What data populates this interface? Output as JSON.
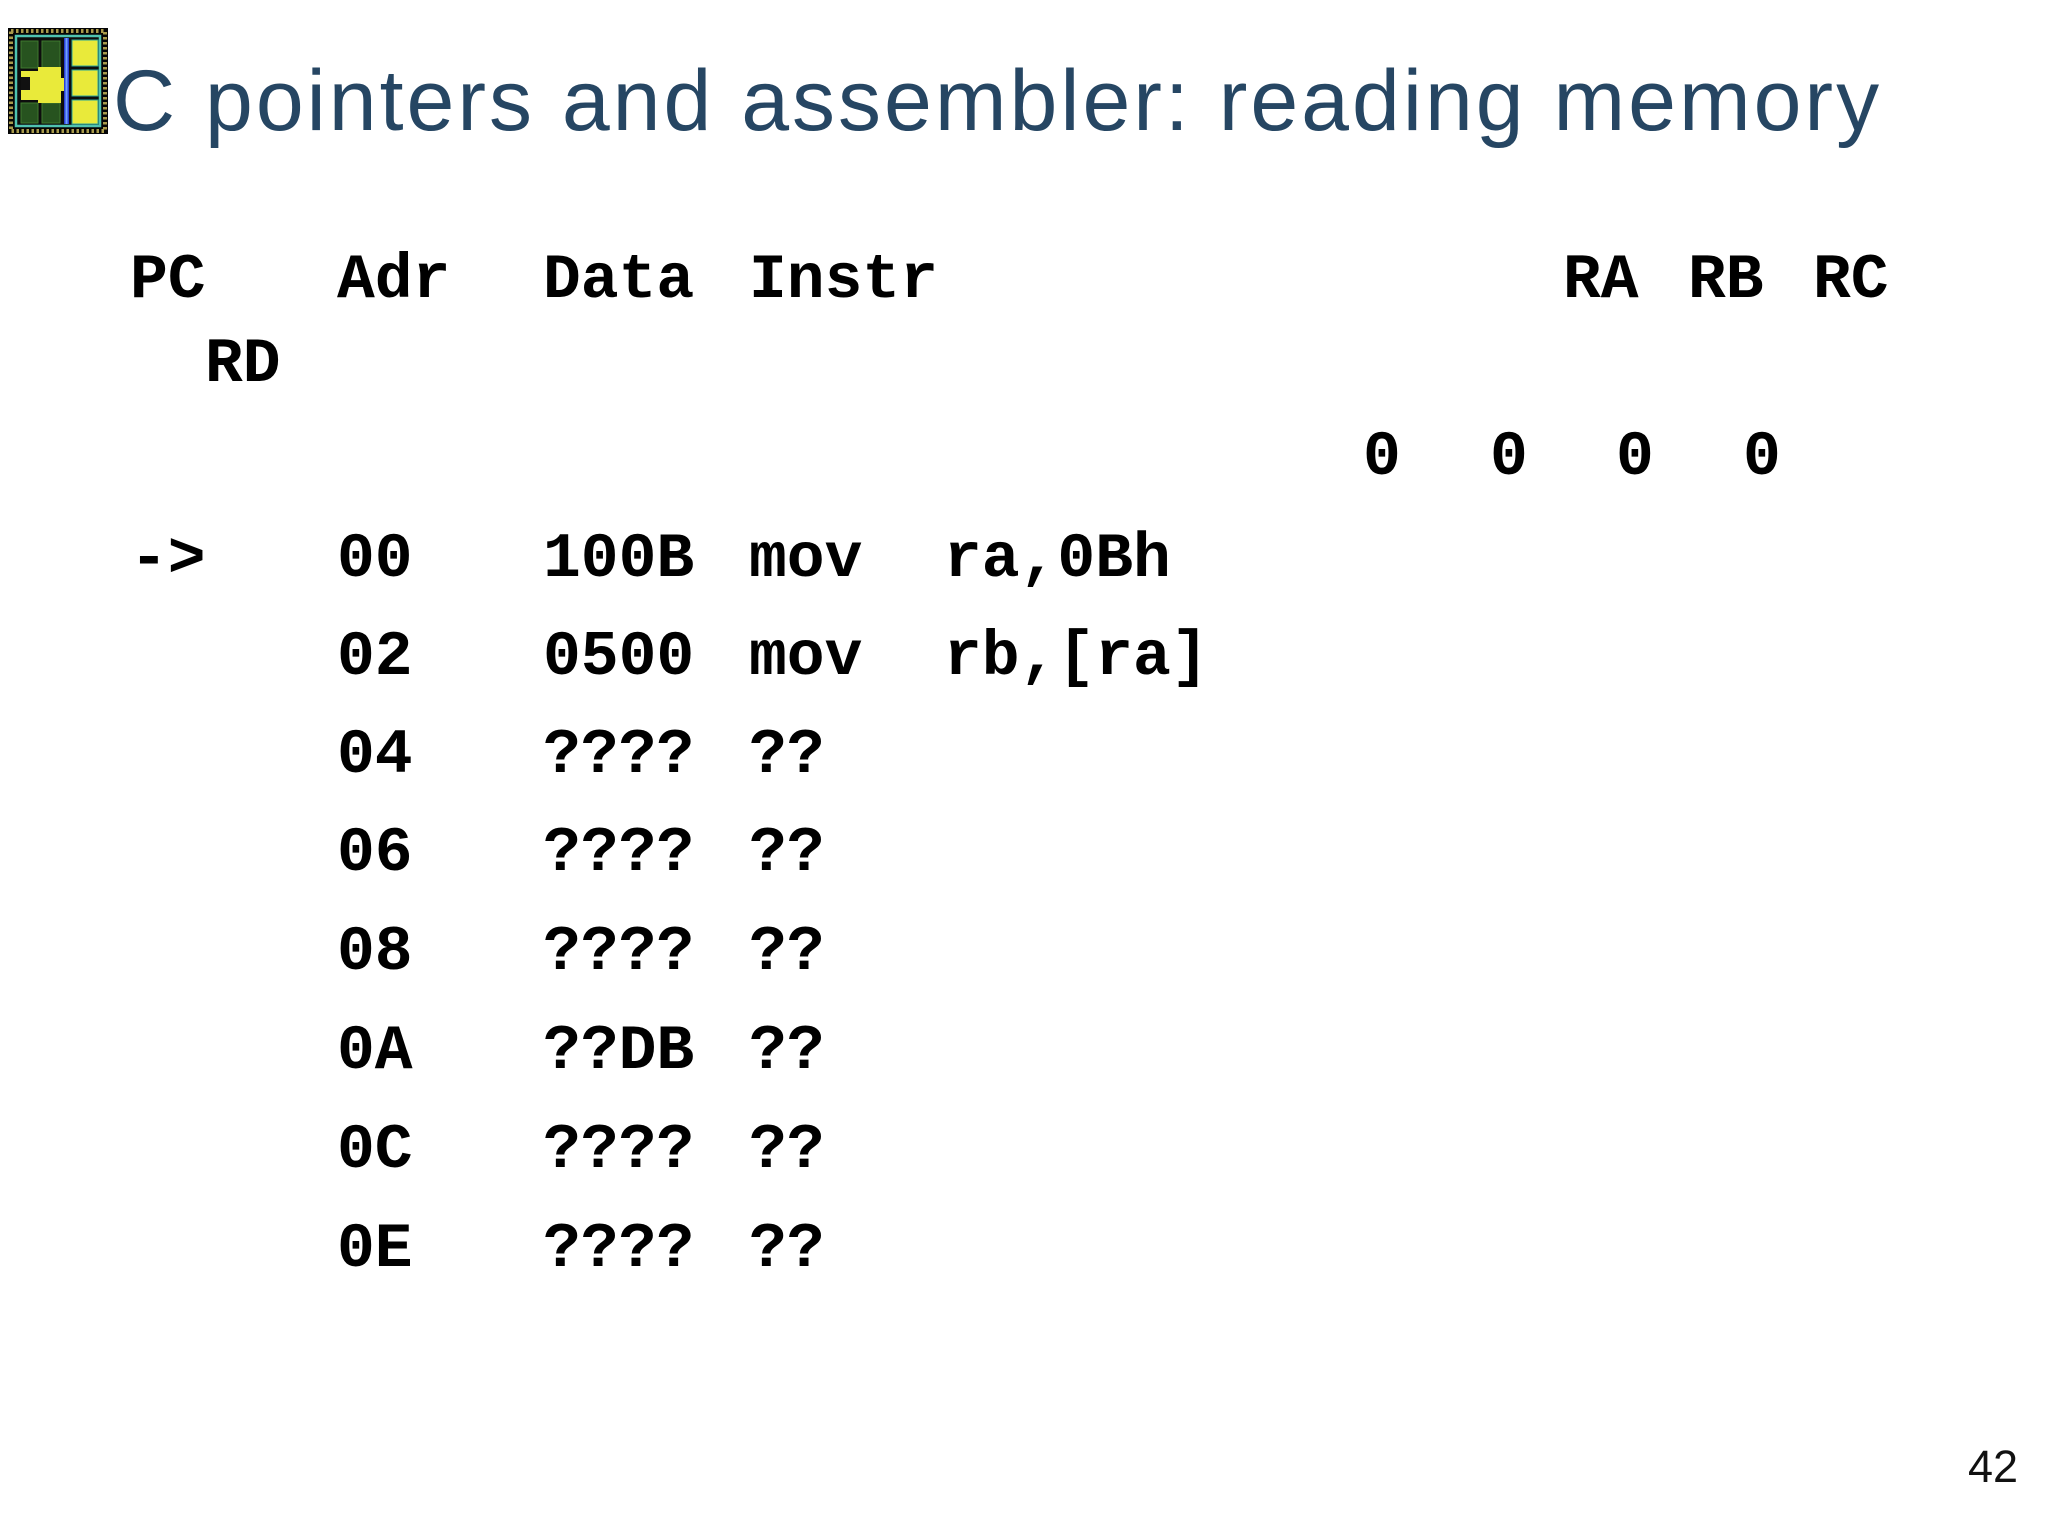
{
  "title": "C pointers and assembler: reading memory",
  "page_number": "42",
  "colors": {
    "title_text": "#264663",
    "body_text": "#000000",
    "background": "#FFFFFF",
    "chip_yellow": "#E9EA3A",
    "chip_teal": "#4FC3B0",
    "chip_blue": "#2A3FD4",
    "chip_green": "#27531F"
  },
  "icon": {
    "name": "chip-die-photo-icon"
  },
  "table": {
    "headers": {
      "pc": "PC",
      "adr": "Adr",
      "data": "Data",
      "instr": "Instr",
      "ra": "RA",
      "rb": "RB",
      "rc": "RC",
      "rd": "RD"
    },
    "register_values": [
      "0",
      "0",
      "0",
      "0"
    ],
    "pc_arrow": "->",
    "rows": [
      {
        "pc": "->",
        "adr": "00",
        "data": "100B",
        "instr": "mov",
        "operands": "ra,0Bh"
      },
      {
        "pc": "",
        "adr": "02",
        "data": "0500",
        "instr": "mov",
        "operands": "rb,[ra]"
      },
      {
        "pc": "",
        "adr": "04",
        "data": "????",
        "instr": "??",
        "operands": ""
      },
      {
        "pc": "",
        "adr": "06",
        "data": "????",
        "instr": "??",
        "operands": ""
      },
      {
        "pc": "",
        "adr": "08",
        "data": "????",
        "instr": "??",
        "operands": ""
      },
      {
        "pc": "",
        "adr": "0A",
        "data": "??DB",
        "instr": "??",
        "operands": ""
      },
      {
        "pc": "",
        "adr": "0C",
        "data": "????",
        "instr": "??",
        "operands": ""
      },
      {
        "pc": "",
        "adr": "0E",
        "data": "????",
        "instr": "??",
        "operands": ""
      }
    ]
  }
}
